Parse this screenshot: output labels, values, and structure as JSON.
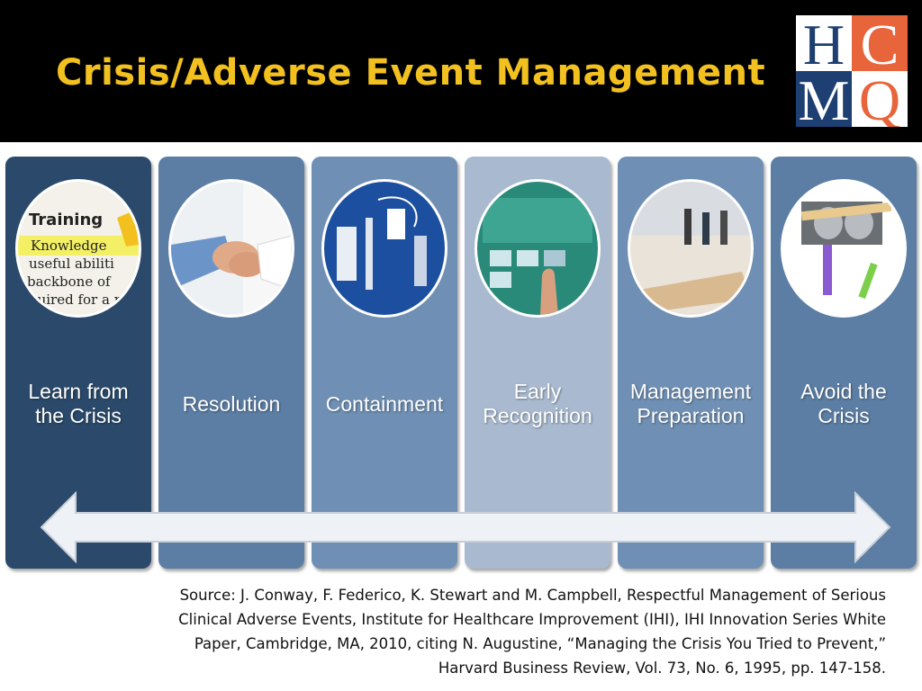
{
  "slide": {
    "title": "Crisis/Adverse Event Management",
    "logo_letters": [
      "H",
      "C",
      "M",
      "Q"
    ]
  },
  "colors": {
    "title": "#f2c11f",
    "col1": "#2b4a6b",
    "col2": "#5c7ea4",
    "col3": "#6f90b4",
    "col4": "#a9bad0",
    "col5": "#6f90b4",
    "col6": "#5c7ea4",
    "logo_blue": "#1d3f72",
    "logo_orange": "#e8643a"
  },
  "steps": [
    {
      "lines": [
        "Learn from",
        "the Crisis"
      ],
      "icon": "training-image"
    },
    {
      "lines": [
        "Resolution"
      ],
      "icon": "handshake-image"
    },
    {
      "lines": [
        "Containment"
      ],
      "icon": "medical-supplies-image"
    },
    {
      "lines": [
        "Early",
        "Recognition"
      ],
      "icon": "touchscreen-image"
    },
    {
      "lines": [
        "Management",
        "Preparation"
      ],
      "icon": "meeting-room-image"
    },
    {
      "lines": [
        "Avoid the",
        "Crisis"
      ],
      "icon": "xray-syringe-image"
    }
  ],
  "training_text": [
    "Training",
    "Knowledge",
    "useful abiliti",
    "backbone of",
    "quired for a r"
  ],
  "source": {
    "lines": [
      "Source: J. Conway, F. Federico, K. Stewart and M. Campbell, Respectful Management of Serious",
      "Clinical Adverse Events, Institute for Healthcare Improvement (IHI), IHI Innovation Series White",
      "Paper, Cambridge, MA, 2010, citing N. Augustine, “Managing the Crisis You Tried to Prevent,”",
      "Harvard Business Review, Vol. 73, No. 6, 1995, pp. 147-158."
    ]
  }
}
